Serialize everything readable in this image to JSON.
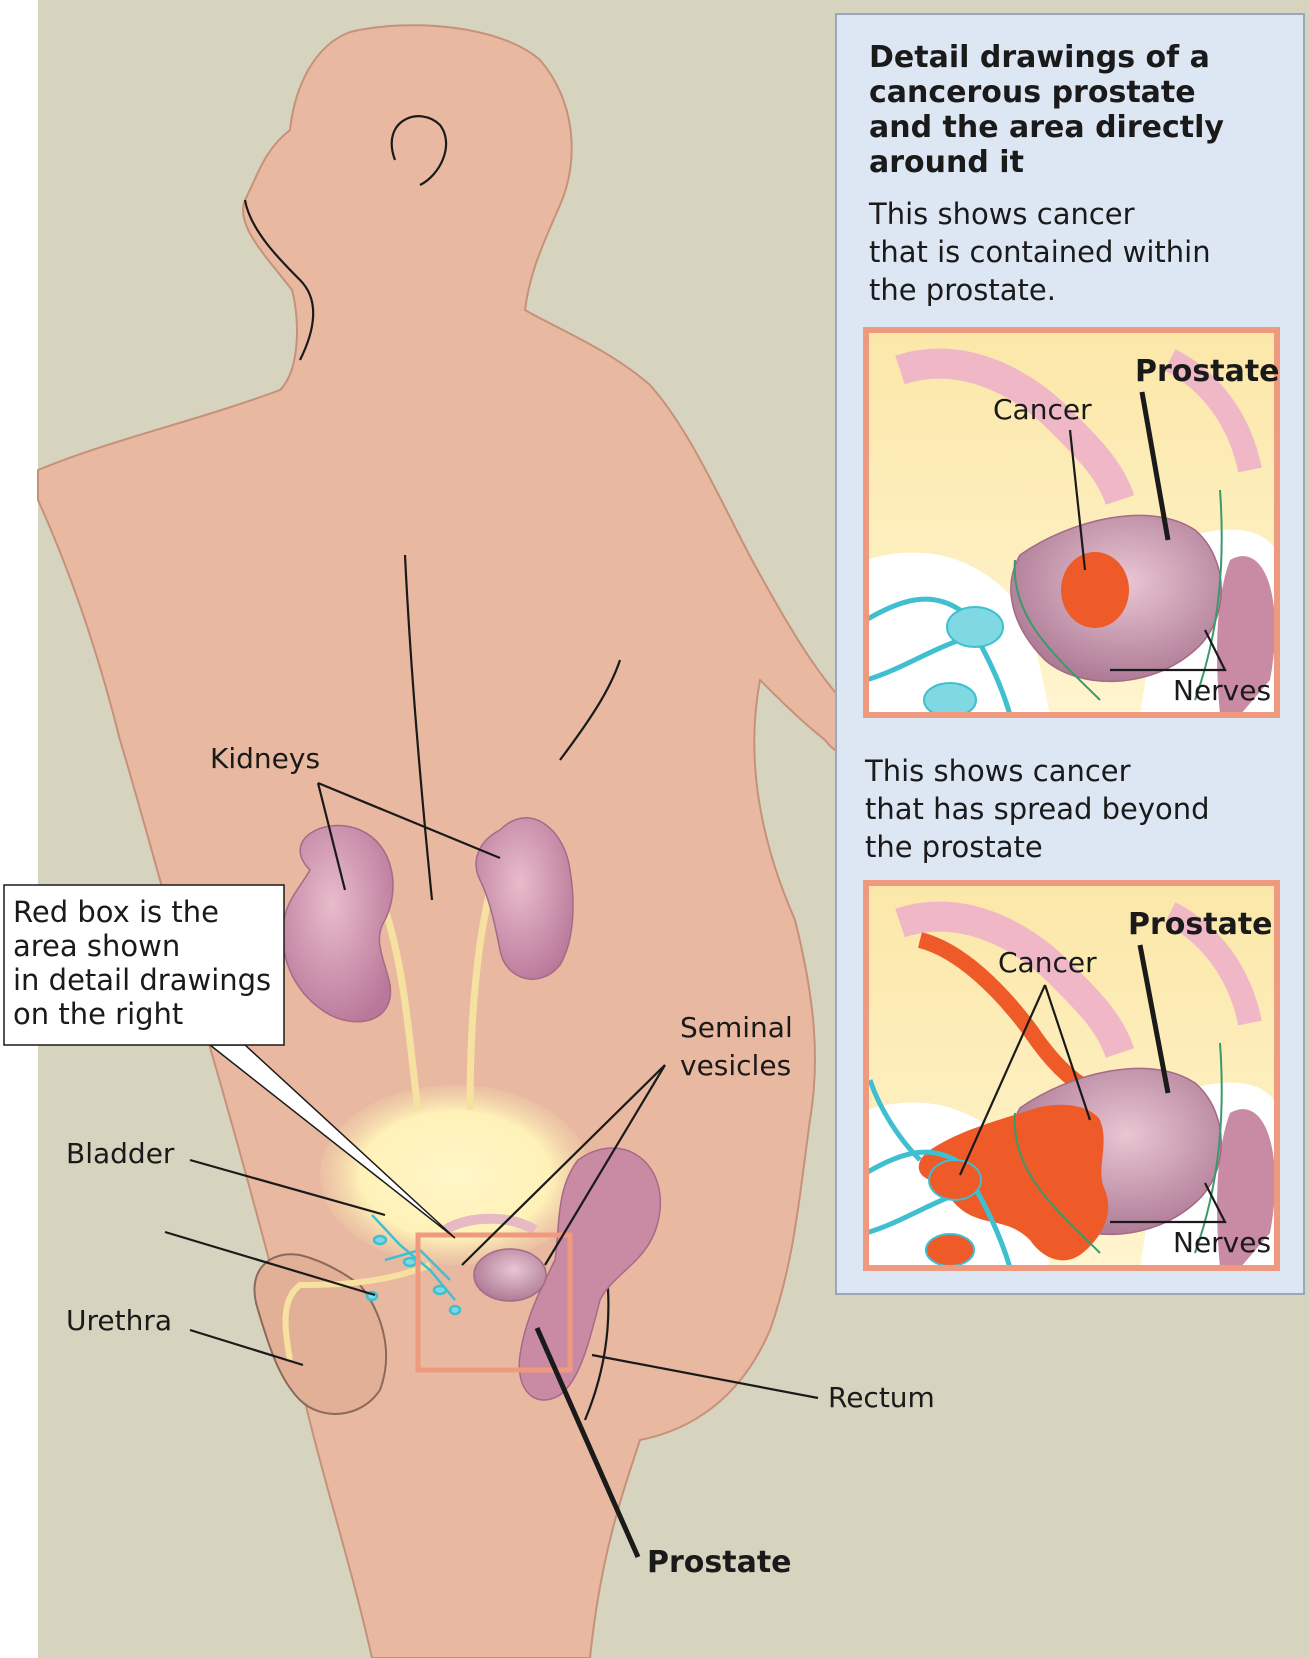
{
  "panel": {
    "title": "Detail drawings of a cancerous prostate and the area directly around it",
    "text_contained": "This shows cancer\nthat is contained within\nthe prostate.",
    "text_spread": "This shows cancer\nthat has spread beyond\nthe prostate"
  },
  "callout": {
    "text": "Red box is the\narea shown\nin detail drawings\non the right"
  },
  "body_labels": {
    "kidneys": "Kidneys",
    "seminal_line1": "Seminal",
    "seminal_line2": "vesicles",
    "bladder": "Bladder",
    "urethra": "Urethra",
    "rectum": "Rectum",
    "prostate": "Prostate"
  },
  "detail1_labels": {
    "prostate": "Prostate",
    "cancer": "Cancer",
    "nerves": "Nerves"
  },
  "detail2_labels": {
    "prostate": "Prostate",
    "cancer": "Cancer",
    "nerves": "Nerves"
  },
  "colors": {
    "background": "#d6d4bf",
    "skin": "#e8b9a0",
    "skin_outline": "#c6917a",
    "kidney": "#c98fa7",
    "bladder_glow": "#fff2b8",
    "red_box": "#ef9a7e",
    "panel_bg": "#dde6f3",
    "panel_border": "#9aa8bb",
    "cancer": "#ee5a28",
    "nerve": "#3fbfcf"
  }
}
